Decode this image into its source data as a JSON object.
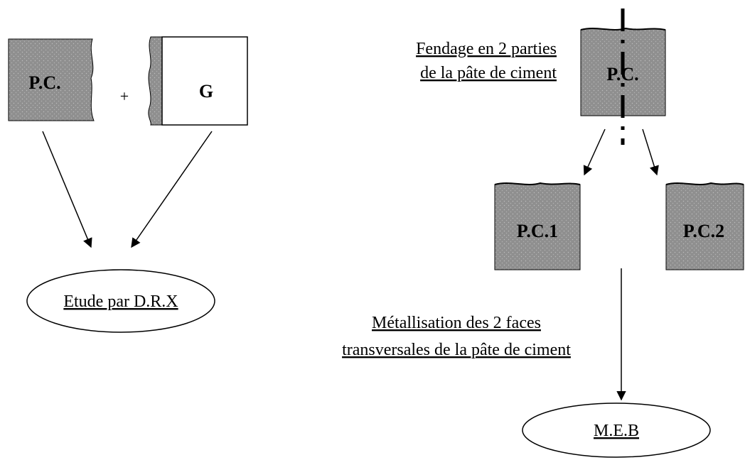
{
  "left": {
    "block_pc_label": "P.C.",
    "plus": "+",
    "block_g_label": "G",
    "ellipse_label": "Etude par D.R.X"
  },
  "right": {
    "fendage_line1": "Fendage en 2 parties",
    "fendage_line2": "de la pâte de ciment",
    "block_pc_label": "P.C.",
    "block_pc1_label": "P.C.1",
    "block_pc2_label": "P.C.2",
    "metal_line1": "Métallisation des 2 faces",
    "metal_line2": "transversales de la pâte de ciment",
    "ellipse_label": "M.E.B"
  }
}
